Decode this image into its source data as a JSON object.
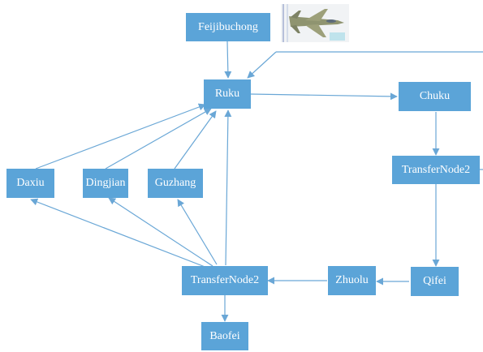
{
  "nodes": {
    "feijibuchong": "Feijibuchong",
    "ruku": "Ruku",
    "chuku": "Chuku",
    "transfernode2_right": "TransferNode2",
    "daxiu": "Daxiu",
    "dingjian": "Dingjian",
    "guzhang": "Guzhang",
    "transfernode2_left": "TransferNode2",
    "zhuolu": "Zhuolu",
    "qifei": "Qifei",
    "baofei": "Baofei"
  },
  "thumbnail": {
    "subject": "fighter-jet"
  },
  "colors": {
    "node_fill": "#5ba4d8",
    "node_text": "#ffffff",
    "edge": "#6aa7d6"
  }
}
